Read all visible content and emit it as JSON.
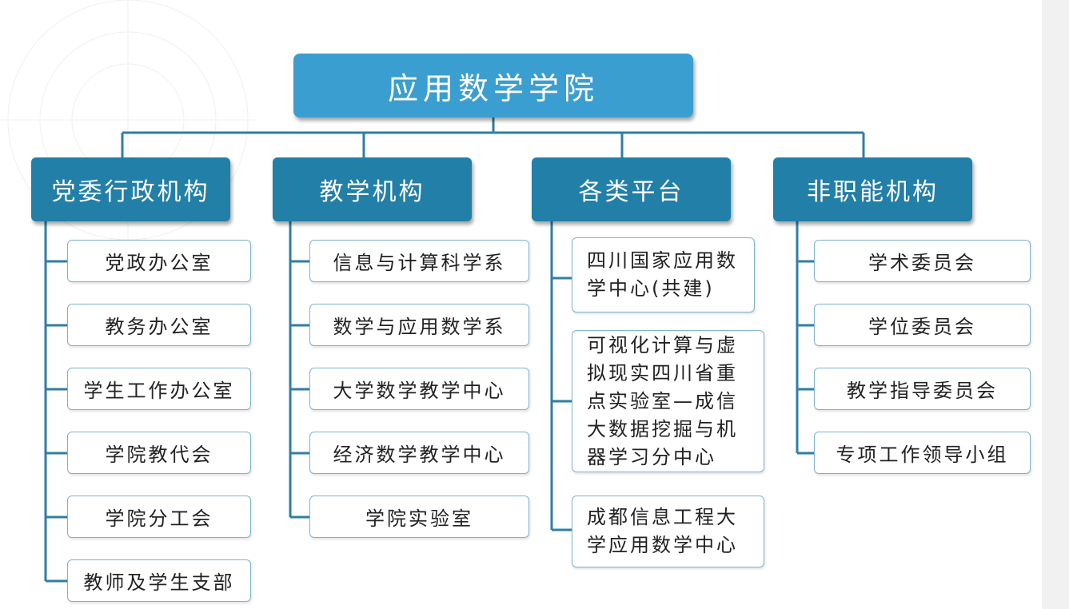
{
  "root": {
    "label": "应用数学学院"
  },
  "categories": [
    {
      "label": "党委行政机构",
      "items": [
        "党政办公室",
        "教务办公室",
        "学生工作办公室",
        "学院教代会",
        "学院分工会",
        "教师及学生支部"
      ]
    },
    {
      "label": "教学机构",
      "items": [
        "信息与计算科学系",
        "数学与应用数学系",
        "大学数学教学中心",
        "经济数学教学中心",
        "学院实验室"
      ]
    },
    {
      "label": "各类平台",
      "items": [
        [
          "四川国家应用数",
          "学中心(共建)"
        ],
        [
          "可视化计算与虚",
          "拟现实四川省重",
          "点实验室—成信",
          "大数据挖掘与机",
          "器学习分中心"
        ],
        [
          "成都信息工程大",
          "学应用数学中心"
        ]
      ]
    },
    {
      "label": "非职能机构",
      "items": [
        "学术委员会",
        "学位委员会",
        "教学指导委员会",
        "专项工作领导小组"
      ]
    }
  ],
  "colors": {
    "root_fill": "#3a9fd0",
    "category_fill": "#217fa8",
    "connector": "#2f7fa3",
    "item_border": "#7fb4cf"
  }
}
